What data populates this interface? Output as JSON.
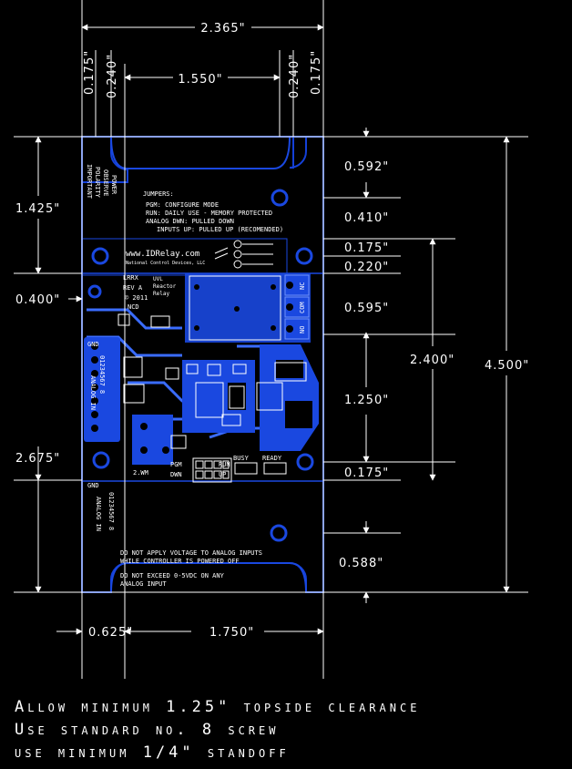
{
  "colors": {
    "background": "#000000",
    "board": "#1440d8",
    "trace": "#3a6cff",
    "line": "#ffffff"
  },
  "dimensions": {
    "overall_width": "2.365\"",
    "left_edge_a": "0.175\"",
    "left_edge_b": "0.240\"",
    "hole_span": "1.550\"",
    "right_edge_b": "0.240\"",
    "right_edge_a": "0.175\"",
    "top_section": "1.425\"",
    "mid_left": "0.400\"",
    "lower_left": "2.675\"",
    "r_592": "0.592\"",
    "r_410": "0.410\"",
    "r_175a": "0.175\"",
    "r_220": "0.220\"",
    "r_595": "0.595\"",
    "r_1250": "1.250\"",
    "r_175b": "0.175\"",
    "r_588": "0.588\"",
    "span_2400": "2.400\"",
    "overall_height": "4.500\"",
    "bottom_left": "0.625\"",
    "bottom_span": "1.750\""
  },
  "board": {
    "jumpers_title": "JUMPERS:",
    "jumper_lines": [
      "PGM: CONFIGURE MODE",
      "RUN: DAILY USE - MEMORY PROTECTED",
      "ANALOG DWN: PULLED DOWN",
      "INPUTS UP: PULLED UP (RECOMENDED)"
    ],
    "url": "www.IDRelay.com",
    "company": "National Control Devices, LLC",
    "part": "LRRX",
    "rev": "REV A",
    "year": "© 2011",
    "ncd": "NCD",
    "product": [
      "UVL",
      "Reactor",
      "Relay"
    ],
    "relay_labels": [
      "NC",
      "COM",
      "NO"
    ],
    "polarity": [
      "OBSERVE",
      "POLARITY",
      "IMPORTANT"
    ],
    "power_label": "POWER",
    "analog_left": [
      "GND",
      "01234567 8",
      "ANALOG IN"
    ],
    "analog_bottom": [
      "GND",
      "01234567 8",
      "ANALOG IN"
    ],
    "gnd_top": "GND",
    "leds": [
      "BUSY",
      "READY"
    ],
    "pgm_labels": [
      "PGM",
      "DWN",
      "RUN",
      "UP"
    ],
    "size_mark": "2.WM",
    "warning1": [
      "DO NOT APPLY VOLTAGE TO ANALOG INPUTS",
      "WHILE CONTROLLER IS POWERED OFF"
    ],
    "warning2": [
      "DO NOT EXCEED 0-5VDC ON ANY",
      "ANALOG INPUT"
    ]
  },
  "notes": [
    "Allow minimum 1.25\" topside clearance",
    "Use standard no. 8 screw",
    "use minimum 1/4\" standoff"
  ]
}
